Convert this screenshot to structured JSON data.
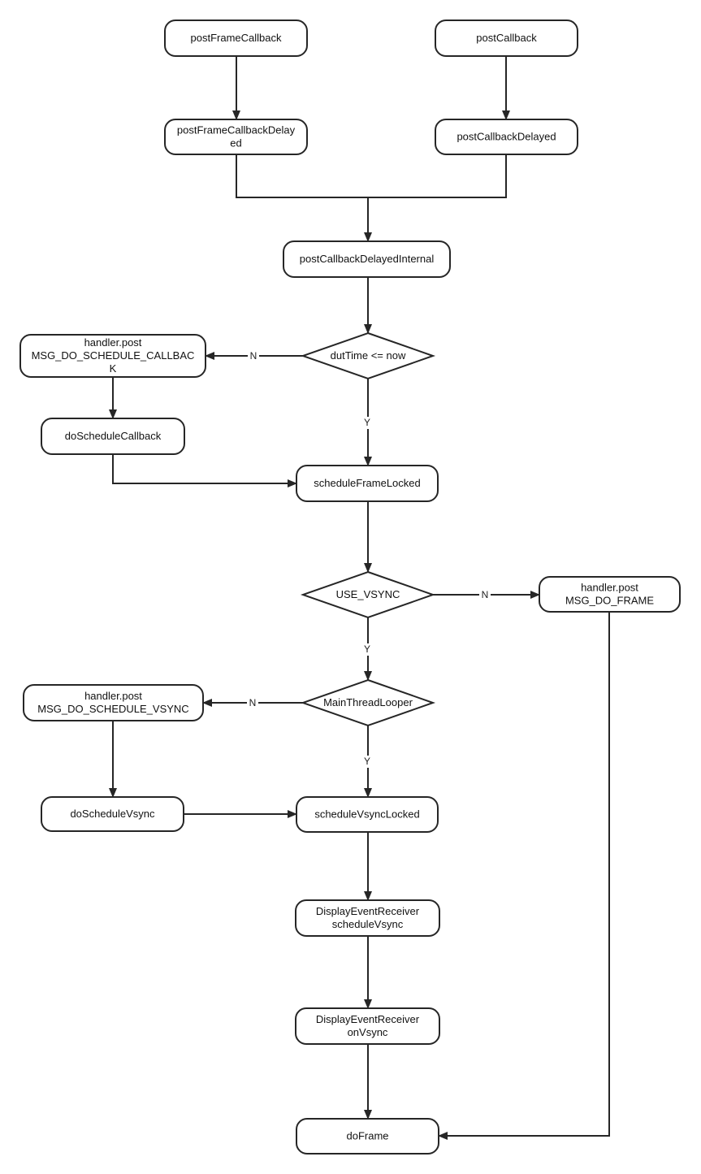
{
  "nodes": {
    "post_frame_callback": {
      "lines": [
        "postFrameCallback"
      ]
    },
    "post_callback": {
      "lines": [
        "postCallback"
      ]
    },
    "post_frame_callback_delayed": {
      "lines": [
        "postFrameCallbackDelay",
        "ed"
      ]
    },
    "post_callback_delayed": {
      "lines": [
        "postCallbackDelayed"
      ]
    },
    "post_callback_delayed_internal": {
      "lines": [
        "postCallbackDelayedInternal"
      ]
    },
    "dut_time_decision": {
      "lines": [
        "dutTime <= now"
      ]
    },
    "handler_post_schedule_callback": {
      "lines": [
        "handler.post",
        "MSG_DO_SCHEDULE_CALLBAC",
        "K"
      ]
    },
    "do_schedule_callback": {
      "lines": [
        "doScheduleCallback"
      ]
    },
    "schedule_frame_locked": {
      "lines": [
        "scheduleFrameLocked"
      ]
    },
    "use_vsync_decision": {
      "lines": [
        "USE_VSYNC"
      ]
    },
    "handler_post_do_frame": {
      "lines": [
        "handler.post",
        "MSG_DO_FRAME"
      ]
    },
    "main_thread_looper_decision": {
      "lines": [
        "MainThreadLooper"
      ]
    },
    "handler_post_schedule_vsync": {
      "lines": [
        "handler.post",
        "MSG_DO_SCHEDULE_VSYNC"
      ]
    },
    "do_schedule_vsync": {
      "lines": [
        "doScheduleVsync"
      ]
    },
    "schedule_vsync_locked": {
      "lines": [
        "scheduleVsyncLocked"
      ]
    },
    "display_event_receiver_schedule_vsync": {
      "lines": [
        "DisplayEventReceiver",
        "scheduleVsync"
      ]
    },
    "display_event_receiver_on_vsync": {
      "lines": [
        "DisplayEventReceiver",
        "onVsync"
      ]
    },
    "do_frame": {
      "lines": [
        "doFrame"
      ]
    }
  },
  "edges": {
    "dut_time_no": "N",
    "dut_time_yes": "Y",
    "use_vsync_no": "N",
    "use_vsync_yes": "Y",
    "main_thread_looper_no": "N",
    "main_thread_looper_yes": "Y"
  },
  "colors": {
    "stroke": "#262626",
    "fill": "#ffffff",
    "text": "#111111"
  }
}
